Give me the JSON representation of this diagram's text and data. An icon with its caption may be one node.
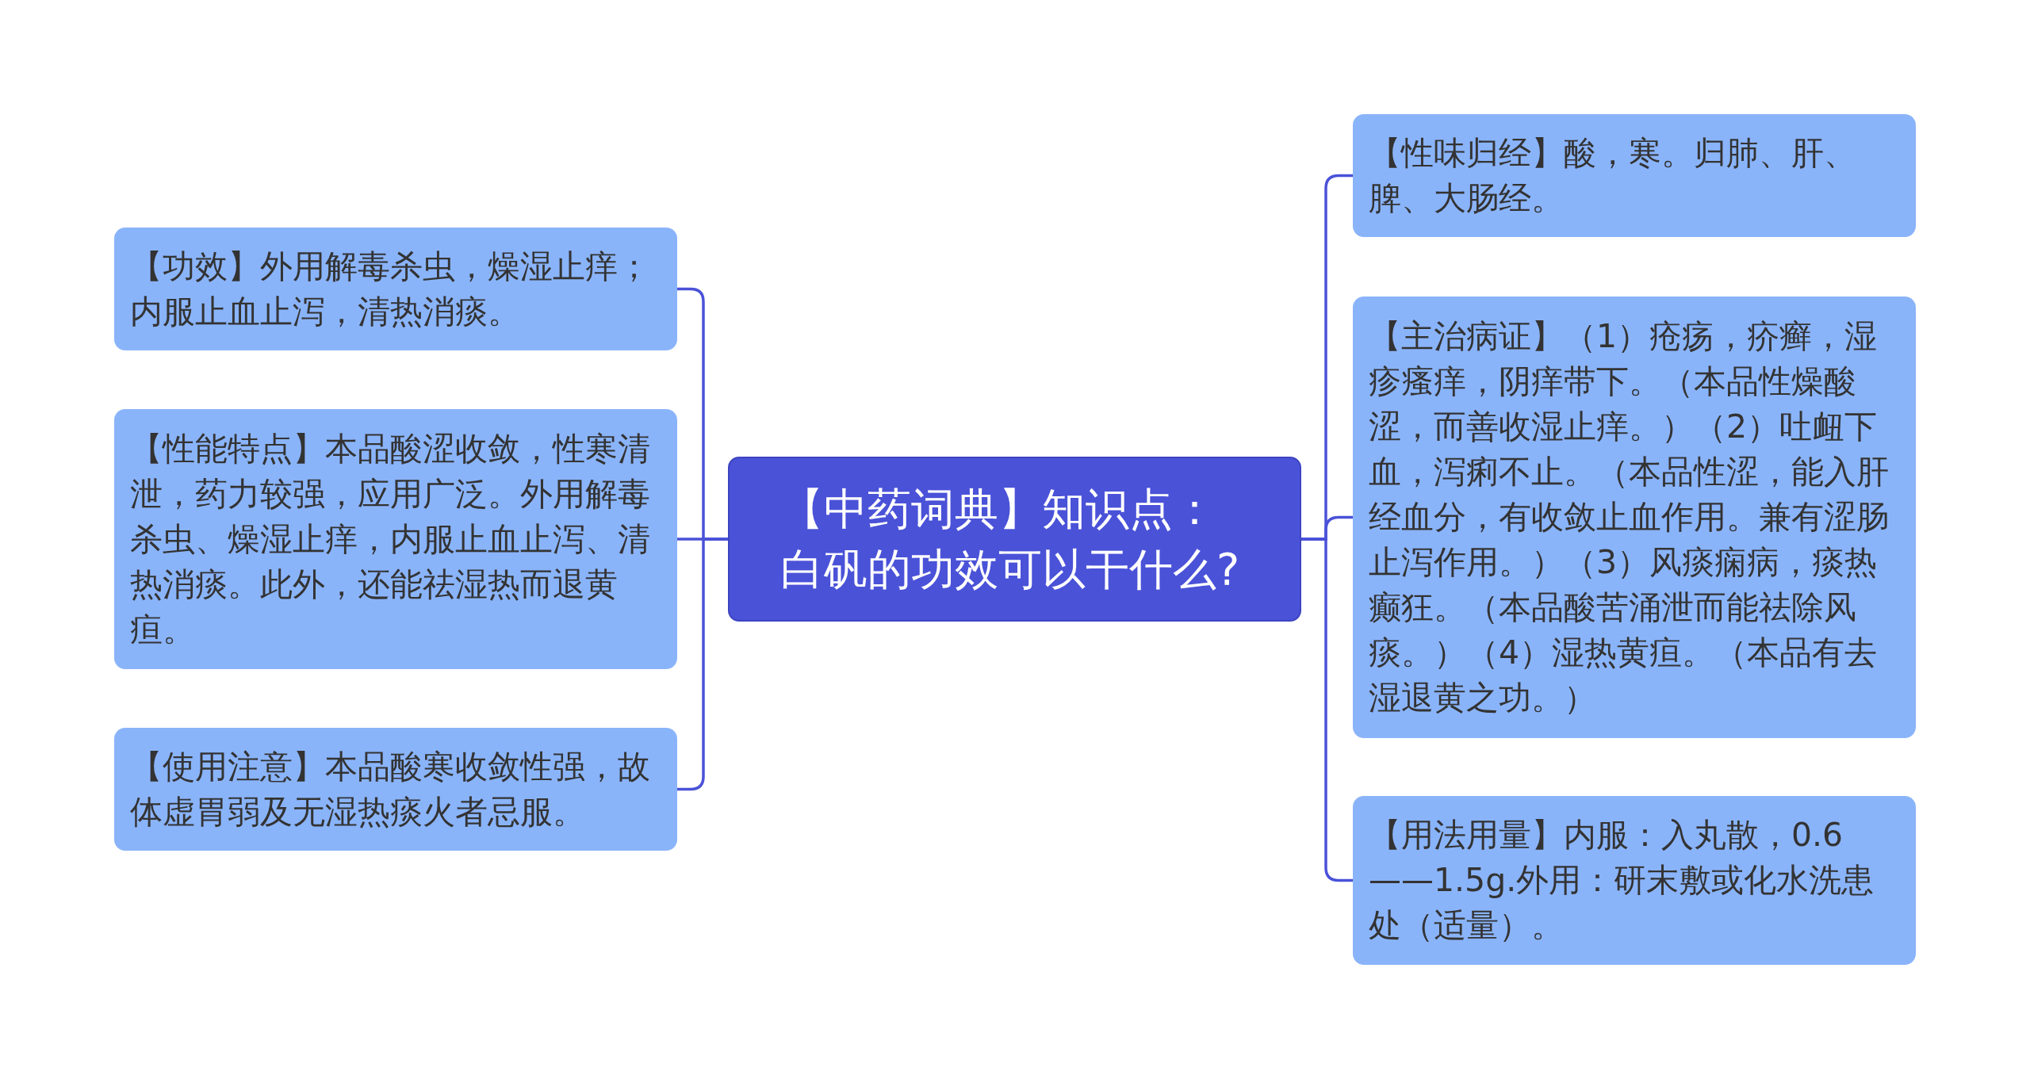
{
  "diagram": {
    "nodes": [
      {
        "text": [
          "【中药词典】知识点：白矾的功效可以干什么?"
        ]
      },
      {
        "text": [
          "【功效】外用解毒杀虫，燥湿止痒；内服止血止泻，清热消痰。"
        ]
      },
      {
        "text": [
          "【性能特点】本品酸涩收敛，性寒清泄，药力较强，应用广泛。外用解毒杀虫、燥湿止痒，内服止血止泻、清热消痰。此外，还能祛湿热而退黄疸。"
        ]
      },
      {
        "text": [
          "【使用注意】本品酸寒收敛性强，故体虚胃弱及无湿热痰火者忌服。"
        ]
      },
      {
        "text": [
          "【性味归经】酸，寒。归肺、肝、脾、大肠经。"
        ]
      },
      {
        "text": [
          "【主治病证】（1）疮疡，疥癣，湿疹瘙痒，阴痒带下。（本品性燥酸涩，而善收湿止痒。）（2）吐衄下血，泻痢不止。（本品性涩，能入肝经血分，有收敛止血作用。兼有涩肠止泻作用。）（3）风痰痫病，痰热癫狂。（本品酸苦涌泄而能祛除风痰。）（4）湿热黄疸。（本品有去湿退黄之功。）"
        ]
      },
      {
        "text": [
          "【用法用量】内服：入丸散，0.6——1.5g.外用：研末敷或化水洗患处（适量）。"
        ]
      }
    ],
    "edges": [
      {
        "from": 0,
        "to": 1,
        "arrow": "none"
      },
      {
        "from": 0,
        "to": 2,
        "arrow": "none"
      },
      {
        "from": 0,
        "to": 3,
        "arrow": "none"
      },
      {
        "from": 0,
        "to": 4,
        "arrow": "none"
      },
      {
        "from": 0,
        "to": 5,
        "arrow": "none"
      },
      {
        "from": 0,
        "to": 6,
        "arrow": "none"
      }
    ]
  }
}
